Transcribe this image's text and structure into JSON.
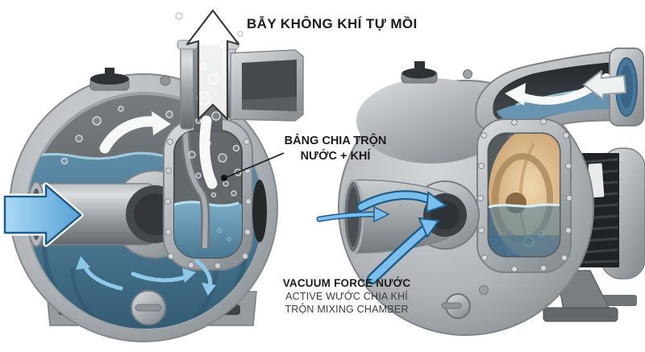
{
  "title": "Self-priming water pump cutaway diagram",
  "labels": {
    "air_trap": "BẪY KHÔNG KHÍ TỰ MỒI",
    "mixing_line1": "BẢNG CHIA TRỘN",
    "mixing_line2": "NƯỚC + KHÍ",
    "vacuum_line1": "VACUUM FORCE NƯỚC",
    "vacuum_line2": "ACTIVE WƯỚC CHIA KHÍ",
    "vacuum_line3": "TRỘN MIXING CHAMBER"
  },
  "colors": {
    "background": "#ffffff",
    "text_dark": "#1c1c1c",
    "text_gray": "#3c3c3c",
    "body_gray": "#b4b8bc",
    "body_gray_dark": "#82888c",
    "interior_dark": "#5a5f63",
    "water_dark": "#365f7a",
    "water_mid": "#4f7f9e",
    "water_light": "#7fb5d3",
    "water_highlight": "#bfe0ef",
    "arrow_blue": "#7bc0ec",
    "arrow_blue_dark": "#1f5c8a",
    "arrow_white": "#f7f9f9",
    "impeller_tan": "#cfa877",
    "motor_dark": "#1f2327"
  }
}
